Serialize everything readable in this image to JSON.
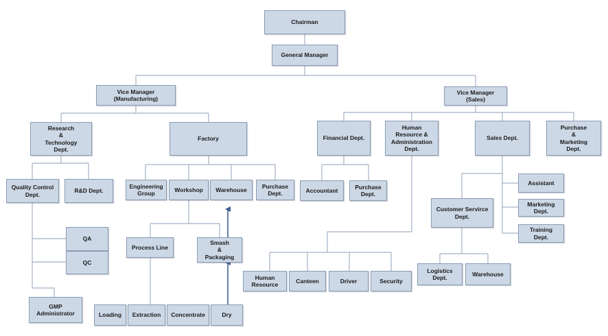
{
  "nodes": {
    "chairman": "Chairman",
    "general_manager": "General Manager",
    "vm_manufacturing": "Vice Manager\n(Manufacturing)",
    "vm_sales": "Vice Manager\n(Sales)",
    "rnd_tech": "Research\n&\nTechnology\nDept.",
    "factory": "Factory",
    "financial": "Financial Dept.",
    "hr_admin": "Human\nResource &\nAdministration\nDept.",
    "sales": "Sales Dept.",
    "purchase_marketing": "Purchase\n&\nMarketing\nDept.",
    "quality_control": "Quality Control\nDept.",
    "rd_dept": "R&D Dept.",
    "engineering": "Engineering\nGroup",
    "workshop": "Workshop",
    "warehouse_factory": "Warehouse",
    "purchase_factory": "Purchase\nDept.",
    "accountant": "Accountant",
    "purchase_fin": "Purchase\nDept.",
    "assistant": "Assistant",
    "marketing": "Marketing\nDept.",
    "training": "Training\nDept.",
    "customer_service": "Customer Servirce\nDept.",
    "qa": "QA",
    "qc": "QC",
    "process_line": "Process Line",
    "smash_packaging": "Smash\n&\nPackaging",
    "gmp_admin": "GMP\nAdministrator",
    "human_resource": "Human\nResource",
    "canteen": "Canteen",
    "driver": "Driver",
    "security": "Security",
    "logistics": "Logistics\nDept.",
    "warehouse_sales": "Warehouse",
    "loading": "Loading",
    "extraction": "Extraction",
    "concentrate": "Concentrate",
    "dry": "Dry"
  },
  "colors": {
    "box_fill": "#cdd8e6",
    "box_border": "#8a9bb3",
    "line": "#a3b1c4",
    "arrow": "#3f5f93"
  }
}
